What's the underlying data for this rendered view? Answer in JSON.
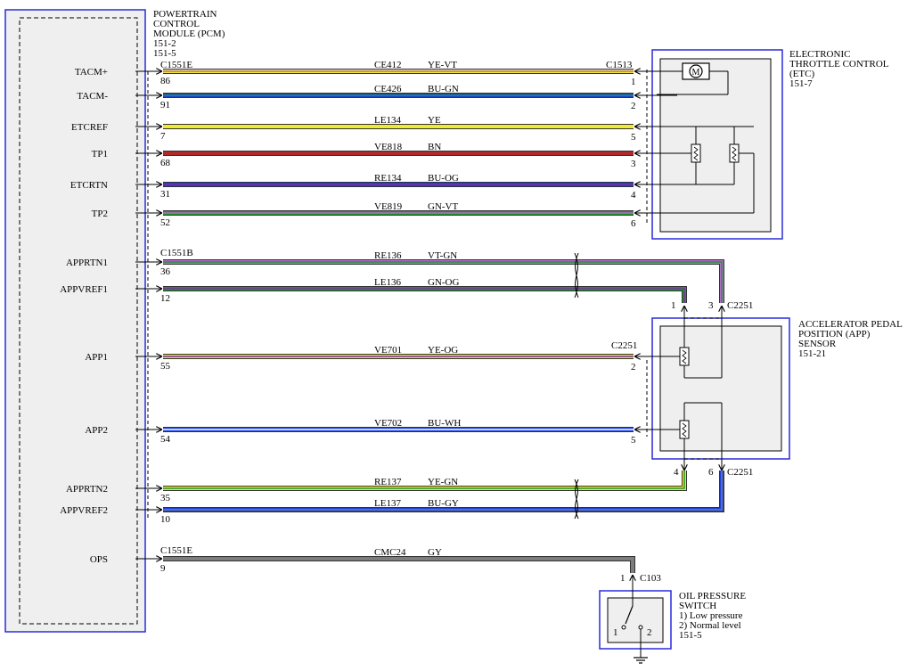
{
  "colors": {
    "YE": "#f2ea2c",
    "VT": "#b66bd0",
    "BU": "#1840e0",
    "GN": "#1f9a2a",
    "BN": "#b02a2a",
    "OG": "#7a2ea8",
    "WH": "#ffffff",
    "GY": "#7d7d7d",
    "box_border": "#2a2ad8",
    "panel": "#efefef"
  },
  "pcm": {
    "title": [
      "POWERTRAIN",
      "CONTROL",
      "MODULE (PCM)",
      "151-2",
      "151-5"
    ]
  },
  "etc": {
    "title": [
      "ELECTRONIC",
      "THROTTLE CONTROL",
      "(ETC)",
      "151-7"
    ],
    "motor_symbol": "M"
  },
  "app": {
    "title": [
      "ACCELERATOR PEDAL",
      "POSITION (APP)",
      "SENSOR",
      "151-21"
    ]
  },
  "ops": {
    "title": [
      "OIL PRESSURE",
      "SWITCH",
      "1) Low pressure",
      "2) Normal level",
      "151-5"
    ],
    "terminal_1": "1",
    "terminal_2": "2"
  },
  "connectors": {
    "pcm_1": "C1551E",
    "pcm_2": "C1551B",
    "pcm_3": "C1551E",
    "etc": "C1513",
    "app_mid": "C2251",
    "app_top": "C2251",
    "app_bot": "C2251",
    "ops": "C103"
  },
  "wires": [
    {
      "signal": "TACM+",
      "circuit": "CE412",
      "color": "YE-VT",
      "pin_pcm": "86",
      "pin_dev": "1"
    },
    {
      "signal": "TACM-",
      "circuit": "CE426",
      "color": "BU-GN",
      "pin_pcm": "91",
      "pin_dev": "2"
    },
    {
      "signal": "ETCREF",
      "circuit": "LE134",
      "color": "YE",
      "pin_pcm": "7",
      "pin_dev": "5"
    },
    {
      "signal": "TP1",
      "circuit": "VE818",
      "color": "BN",
      "pin_pcm": "68",
      "pin_dev": "3"
    },
    {
      "signal": "ETCRTN",
      "circuit": "RE134",
      "color": "BU-OG",
      "pin_pcm": "31",
      "pin_dev": "4"
    },
    {
      "signal": "TP2",
      "circuit": "VE819",
      "color": "GN-VT",
      "pin_pcm": "52",
      "pin_dev": "6"
    },
    {
      "signal": "APPRTN1",
      "circuit": "RE136",
      "color": "VT-GN",
      "pin_pcm": "36",
      "pin_dev": "3"
    },
    {
      "signal": "APPVREF1",
      "circuit": "LE136",
      "color": "GN-OG",
      "pin_pcm": "12",
      "pin_dev": "1"
    },
    {
      "signal": "APP1",
      "circuit": "VE701",
      "color": "YE-OG",
      "pin_pcm": "55",
      "pin_dev": "2"
    },
    {
      "signal": "APP2",
      "circuit": "VE702",
      "color": "BU-WH",
      "pin_pcm": "54",
      "pin_dev": "5"
    },
    {
      "signal": "APPRTN2",
      "circuit": "RE137",
      "color": "YE-GN",
      "pin_pcm": "35",
      "pin_dev": "4"
    },
    {
      "signal": "APPVREF2",
      "circuit": "LE137",
      "color": "BU-GY",
      "pin_pcm": "10",
      "pin_dev": "6"
    },
    {
      "signal": "OPS",
      "circuit": "CMC24",
      "color": "GY",
      "pin_pcm": "9",
      "pin_dev": "1"
    }
  ]
}
